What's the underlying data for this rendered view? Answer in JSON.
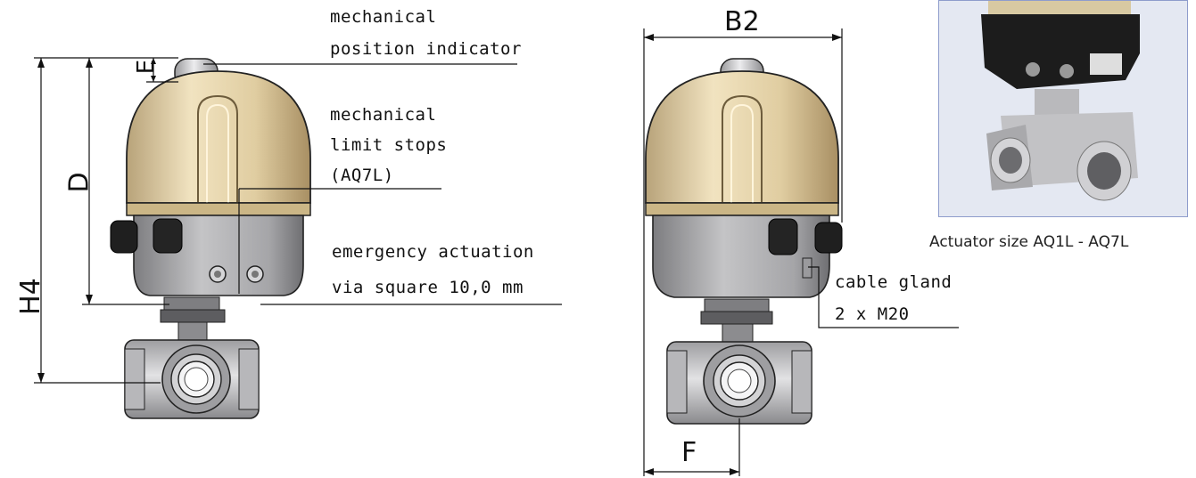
{
  "callouts": {
    "position_indicator": [
      "mechanical",
      "position indicator"
    ],
    "limit_stops": [
      "mechanical",
      "limit stops",
      "(AQ7L)"
    ],
    "emergency": [
      "emergency actuation",
      "via square 10,0 mm"
    ],
    "cable_gland": [
      "cable gland",
      "2 x M20"
    ]
  },
  "dimensions": {
    "e": "E",
    "d": "D",
    "h4": "H4",
    "b2": "B2",
    "f": "F"
  },
  "photo_caption": "Actuator size AQ1L - AQ7L",
  "colors": {
    "hood": "#e3d2a8",
    "body": "#a9a9ab",
    "valve": "#c9c9cb",
    "line": "#111111"
  }
}
